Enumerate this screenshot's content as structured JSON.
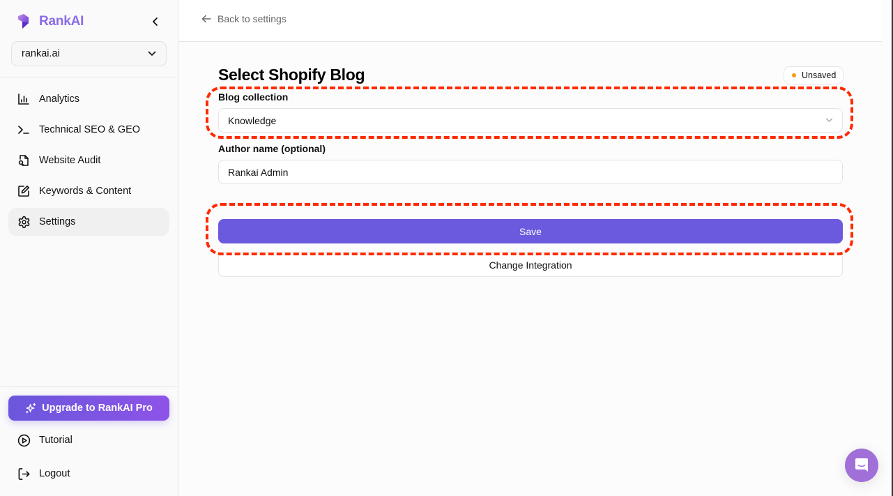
{
  "sidebar": {
    "brand": {
      "name": "RankAI",
      "logo_icon": "rankai-logo-icon",
      "color": "#8b6ce6"
    },
    "collapse_icon": "chevron-left-icon",
    "site_selector": {
      "value": "rankai.ai",
      "icon": "chevron-down-icon"
    },
    "nav_items": [
      {
        "label": "Analytics",
        "icon": "bar-chart-icon",
        "active": false
      },
      {
        "label": "Technical SEO & GEO",
        "icon": "terminal-icon",
        "active": false
      },
      {
        "label": "Website Audit",
        "icon": "file-search-icon",
        "active": false
      },
      {
        "label": "Keywords & Content",
        "icon": "edit-icon",
        "active": false
      },
      {
        "label": "Settings",
        "icon": "gear-icon",
        "active": true
      }
    ],
    "upgrade": {
      "label": "Upgrade to RankAI Pro",
      "icon": "sparkles-icon",
      "gradient": [
        "#6a57dc",
        "#8e53e8"
      ]
    },
    "bottom_items": [
      {
        "label": "Tutorial",
        "icon": "play-circle-icon"
      },
      {
        "label": "Logout",
        "icon": "logout-icon"
      }
    ]
  },
  "header": {
    "back_link": {
      "label": "Back to settings",
      "icon": "arrow-left-icon"
    }
  },
  "main": {
    "title": "Select Shopify Blog",
    "status_badge": {
      "label": "Unsaved",
      "dot_color": "#f59e0b"
    },
    "fields": {
      "blog_collection": {
        "label": "Blog collection",
        "value": "Knowledge",
        "icon": "chevron-down-icon"
      },
      "author_name": {
        "label": "Author name (optional)",
        "value": "Rankai Admin"
      }
    },
    "save_button": {
      "label": "Save",
      "color": "#6b5add"
    },
    "change_integration_button": {
      "label": "Change Integration"
    }
  },
  "annotations": {
    "color": "#ff2a00",
    "targets": [
      "blog-collection-select",
      "save-button"
    ]
  },
  "chat_widget": {
    "icon": "chat-bubble-icon",
    "color": "#a06fd8"
  }
}
